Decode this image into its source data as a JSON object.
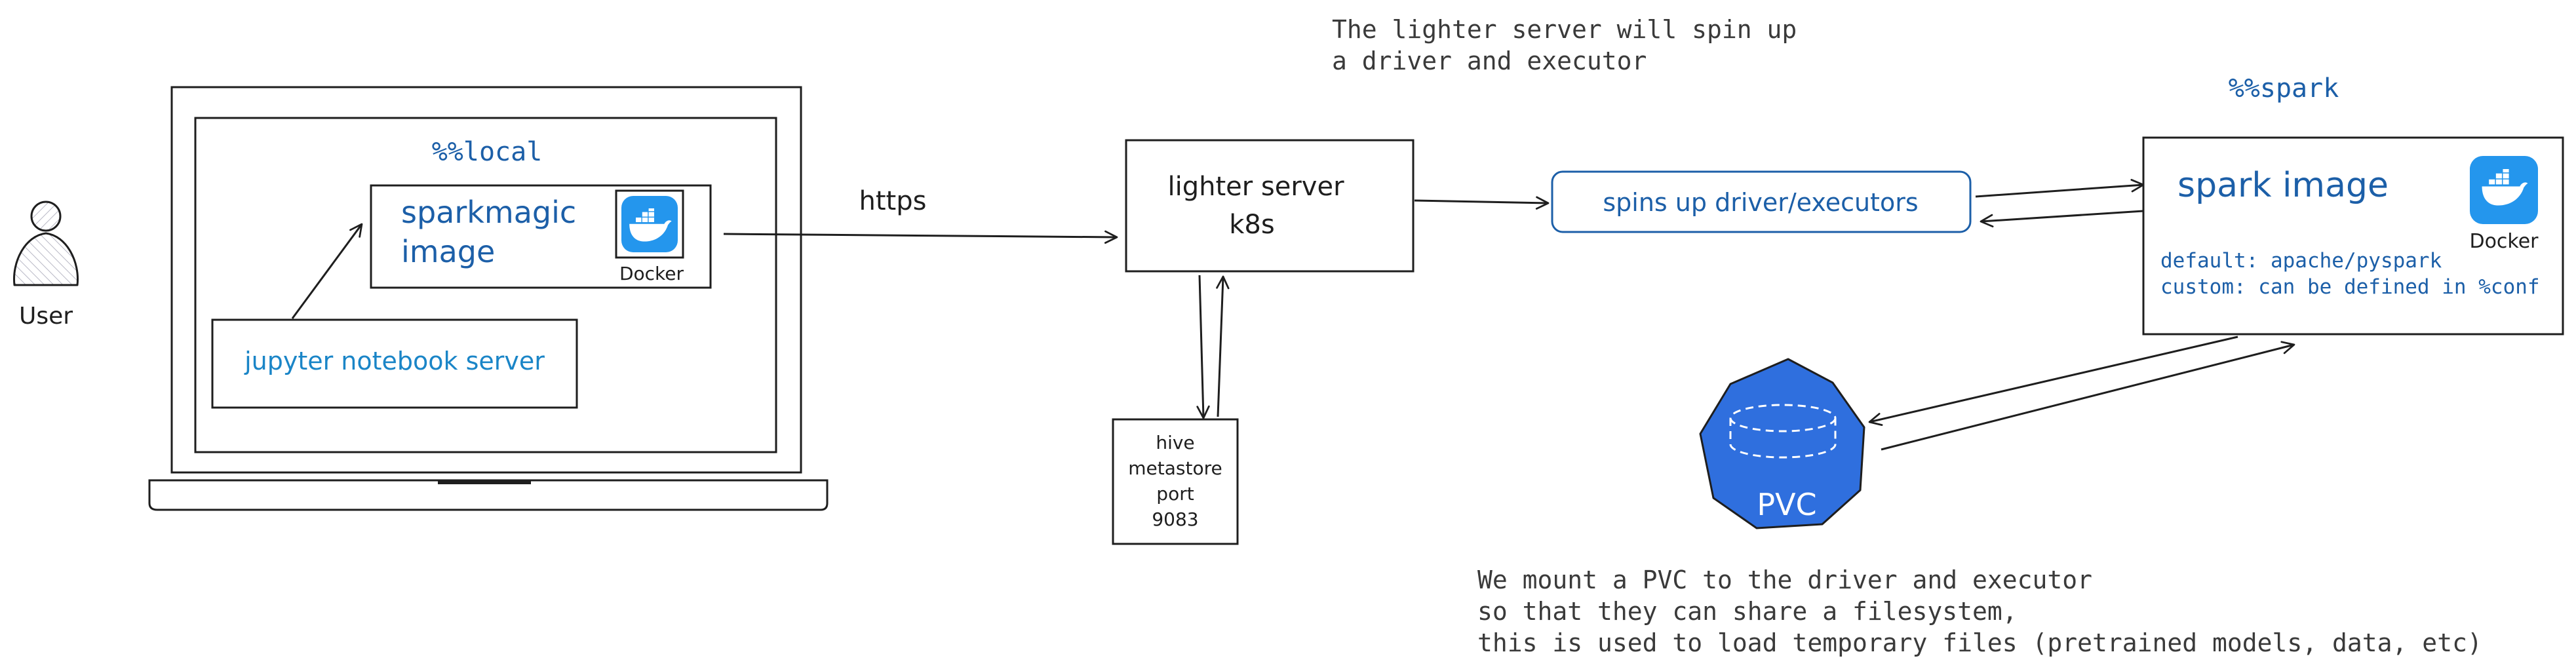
{
  "user": {
    "label": "User"
  },
  "laptop": {
    "mode_label": "%%local",
    "sparkmagic_line1": "sparkmagic",
    "sparkmagic_line2": "image",
    "sparkmagic_docker_label": "Docker",
    "jupyter_label": "jupyter notebook server"
  },
  "connection": {
    "https_label": "https"
  },
  "lighter": {
    "line1": "lighter server",
    "line2": "k8s",
    "note_line1": "The lighter server will spin up",
    "note_line2": "a driver and executor"
  },
  "hive": {
    "line1": "hive",
    "line2": "metastore",
    "line3": "port",
    "line4": "9083"
  },
  "spins": {
    "label": "spins up driver/executors"
  },
  "spark": {
    "mode_label": "%%spark",
    "title": "spark image",
    "docker_label": "Docker",
    "default_line": "default: apache/pyspark",
    "custom_line": "custom: can be defined in %conf"
  },
  "pvc": {
    "label": "PVC",
    "note_line1": "We mount a PVC to the driver and executor",
    "note_line2": "so that they can share a filesystem,",
    "note_line3": "this is used to load temporary files (pretrained models, data, etc)"
  },
  "colors": {
    "ink": "#1e1e1e",
    "blue_text": "#1c5fa8",
    "light_blue_text": "#1a85c7",
    "docker_blue": "#2496ed",
    "pvc_fill": "#2f6fde",
    "note_text": "#3a3a3a"
  }
}
